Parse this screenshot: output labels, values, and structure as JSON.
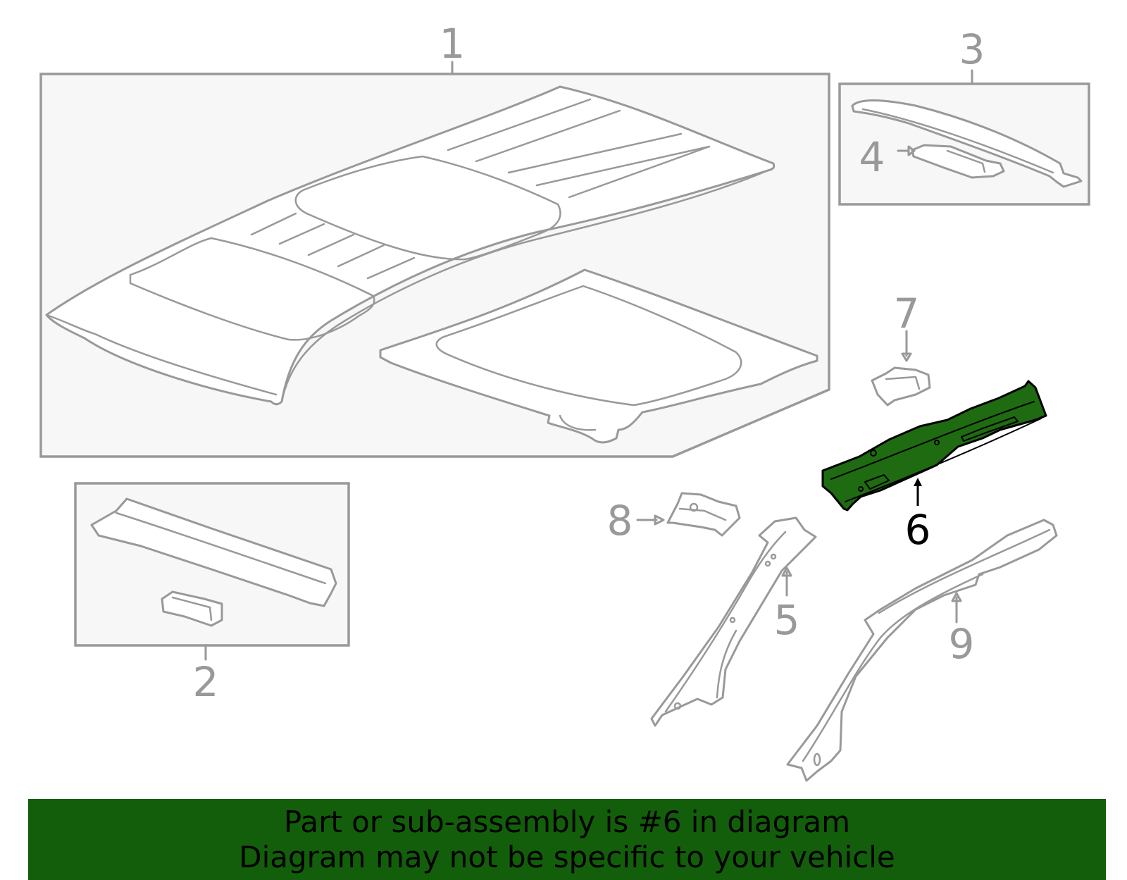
{
  "callouts": {
    "c1": "1",
    "c2": "2",
    "c3": "3",
    "c4": "4",
    "c5": "5",
    "c6": "6",
    "c7": "7",
    "c8": "8",
    "c9": "9"
  },
  "highlight": {
    "part_number": "6",
    "color": "#1f6b12"
  },
  "banner": {
    "line1": "Part or sub-assembly is #6 in diagram",
    "line2": "Diagram may not be specific to your vehicle",
    "background": "#135e0a"
  }
}
